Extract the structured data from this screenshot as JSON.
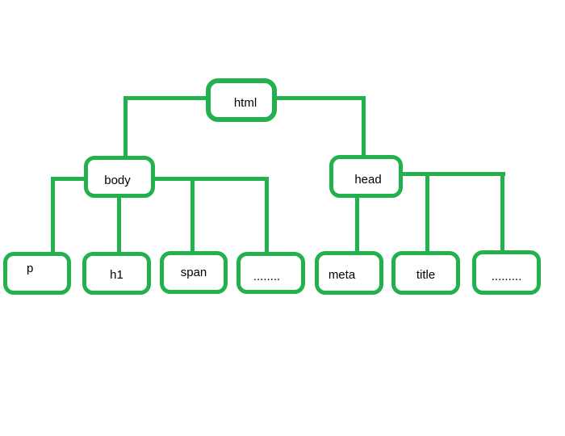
{
  "diagram": {
    "type": "tree",
    "subject": "html-dom-element-tree",
    "background_color": "#ffffff",
    "line_color": "#22b14c",
    "text_color": "#000000",
    "nodes": {
      "html": {
        "label": "html",
        "children": [
          "body",
          "head"
        ]
      },
      "body": {
        "label": "body",
        "children": [
          "p",
          "h1",
          "span",
          "body_more"
        ]
      },
      "head": {
        "label": "head",
        "children": [
          "meta",
          "title",
          "head_more"
        ]
      },
      "p": {
        "label": "p",
        "children": []
      },
      "h1": {
        "label": "h1",
        "children": []
      },
      "span": {
        "label": "span",
        "children": []
      },
      "body_more": {
        "label": "........",
        "children": []
      },
      "meta": {
        "label": "meta",
        "children": []
      },
      "title": {
        "label": "title",
        "children": []
      },
      "head_more": {
        "label": ".........",
        "children": []
      }
    }
  }
}
